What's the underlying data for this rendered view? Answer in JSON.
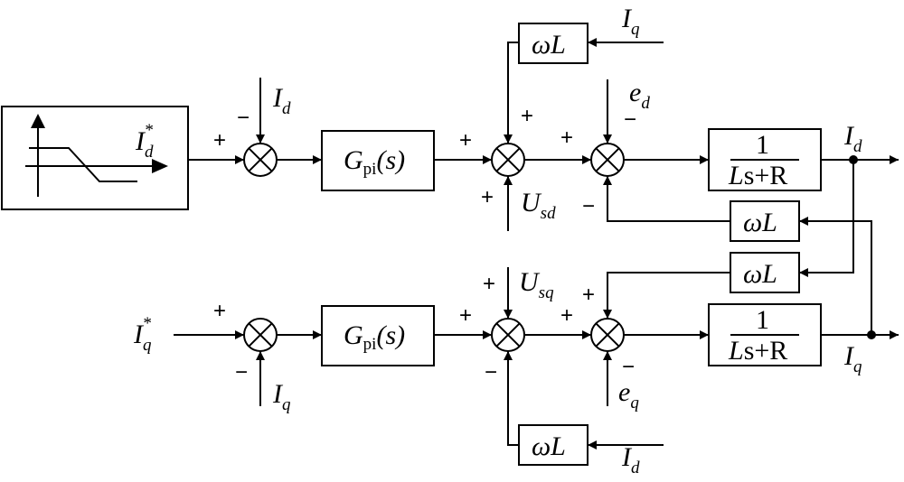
{
  "inputs": {
    "id_ref_main": "I",
    "id_ref_sub": "d",
    "id_ref_sup": "*",
    "iq_ref_main": "I",
    "iq_ref_sub": "q",
    "iq_ref_sup": "*"
  },
  "blocks": {
    "pi_main": "G",
    "pi_sub": "pi",
    "pi_arg": "(s)",
    "wl": "ωL",
    "plant_num": "1",
    "plant_den_L": "L",
    "plant_den_rest": "s+R"
  },
  "signals": {
    "I": "I",
    "U": "U",
    "e": "e",
    "d": "d",
    "q": "q",
    "sd": "sd",
    "sq": "sq"
  },
  "signs": {
    "plus": "+",
    "minus": "−"
  }
}
